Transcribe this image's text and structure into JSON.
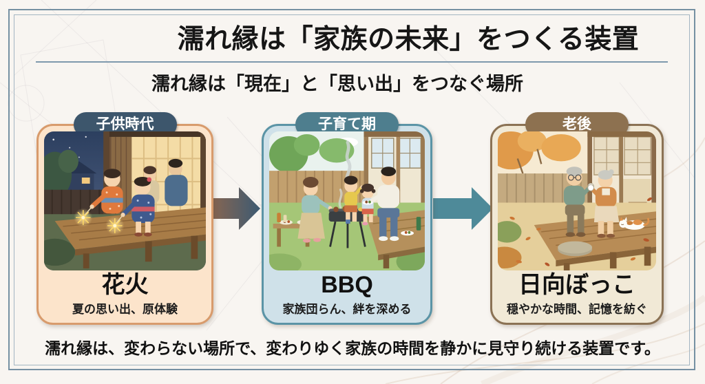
{
  "slide": {
    "title": "濡れ縁は「家族の未来」をつくる装置",
    "subtitle": "濡れ縁は「現在」と「思い出」をつなぐ場所",
    "footer": "濡れ縁は、変わらない場所で、変わりゆく家族の時間を静かに見守り続ける装置です。"
  },
  "cards": [
    {
      "badge": "子供時代",
      "title": "花火",
      "subtitle": "夏の思い出、原体験",
      "illustration": "family-with-sparklers-on-veranda-at-night",
      "accent": "#3d566c",
      "card_bg": "#fce4cb",
      "card_border": "#d89b6c"
    },
    {
      "badge": "子育て期",
      "title": "BBQ",
      "subtitle": "家族団らん、絆を深める",
      "illustration": "family-bbq-in-garden-by-veranda",
      "accent": "#4e7e8e",
      "card_bg": "#cfe1e9",
      "card_border": "#5b94a6"
    },
    {
      "badge": "老後",
      "title": "日向ぼっこ",
      "subtitle": "穏やかな時間、記憶を紡ぐ",
      "illustration": "elderly-couple-with-tea-and-cat-on-autumn-veranda",
      "accent": "#8d7150",
      "card_bg": "#f1e9d6",
      "card_border": "#8b7254"
    }
  ],
  "colors": {
    "background": "#f8f5f1",
    "frame_outer": "#7590a2",
    "frame_inner": "#a3b5c2",
    "title_rule": "#7e99ad",
    "arrow_1_gradient": [
      "#8a6650",
      "#3c5a72"
    ],
    "arrow_2": "#4e8a99"
  }
}
